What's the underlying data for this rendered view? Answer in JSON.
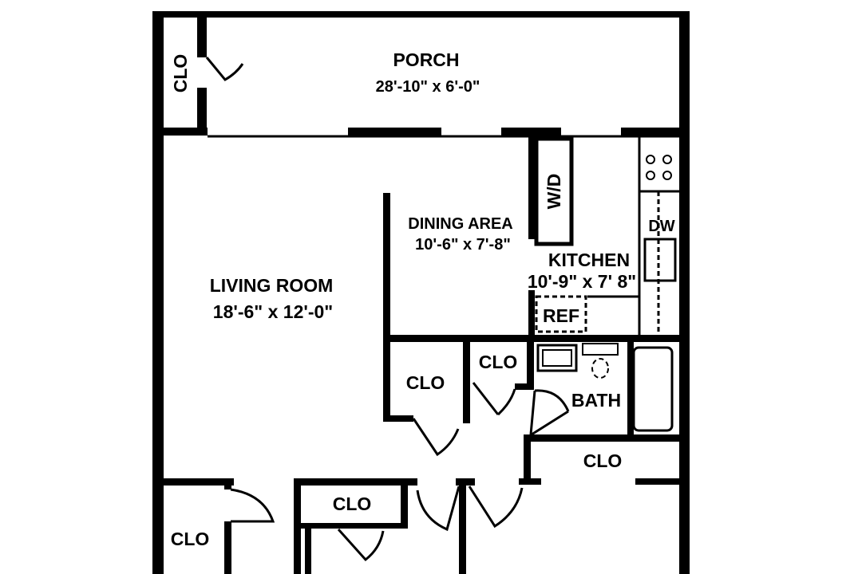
{
  "rooms": {
    "porch": {
      "name": "PORCH",
      "dims": "28'-10\" x 6'-0\""
    },
    "dining": {
      "name": "DINING AREA",
      "dims": "10'-6\" x 7'-8\""
    },
    "kitchen": {
      "name": "KITCHEN",
      "dims": "10'-9\" x 7' 8\""
    },
    "living": {
      "name": "LIVING ROOM",
      "dims": "18'-6\" x 12'-0\""
    },
    "bath": {
      "name": "BATH"
    }
  },
  "fixtures": {
    "washer_dryer": "W/D",
    "dishwasher": "DW",
    "refrigerator": "REF"
  },
  "closet_label": "CLO"
}
